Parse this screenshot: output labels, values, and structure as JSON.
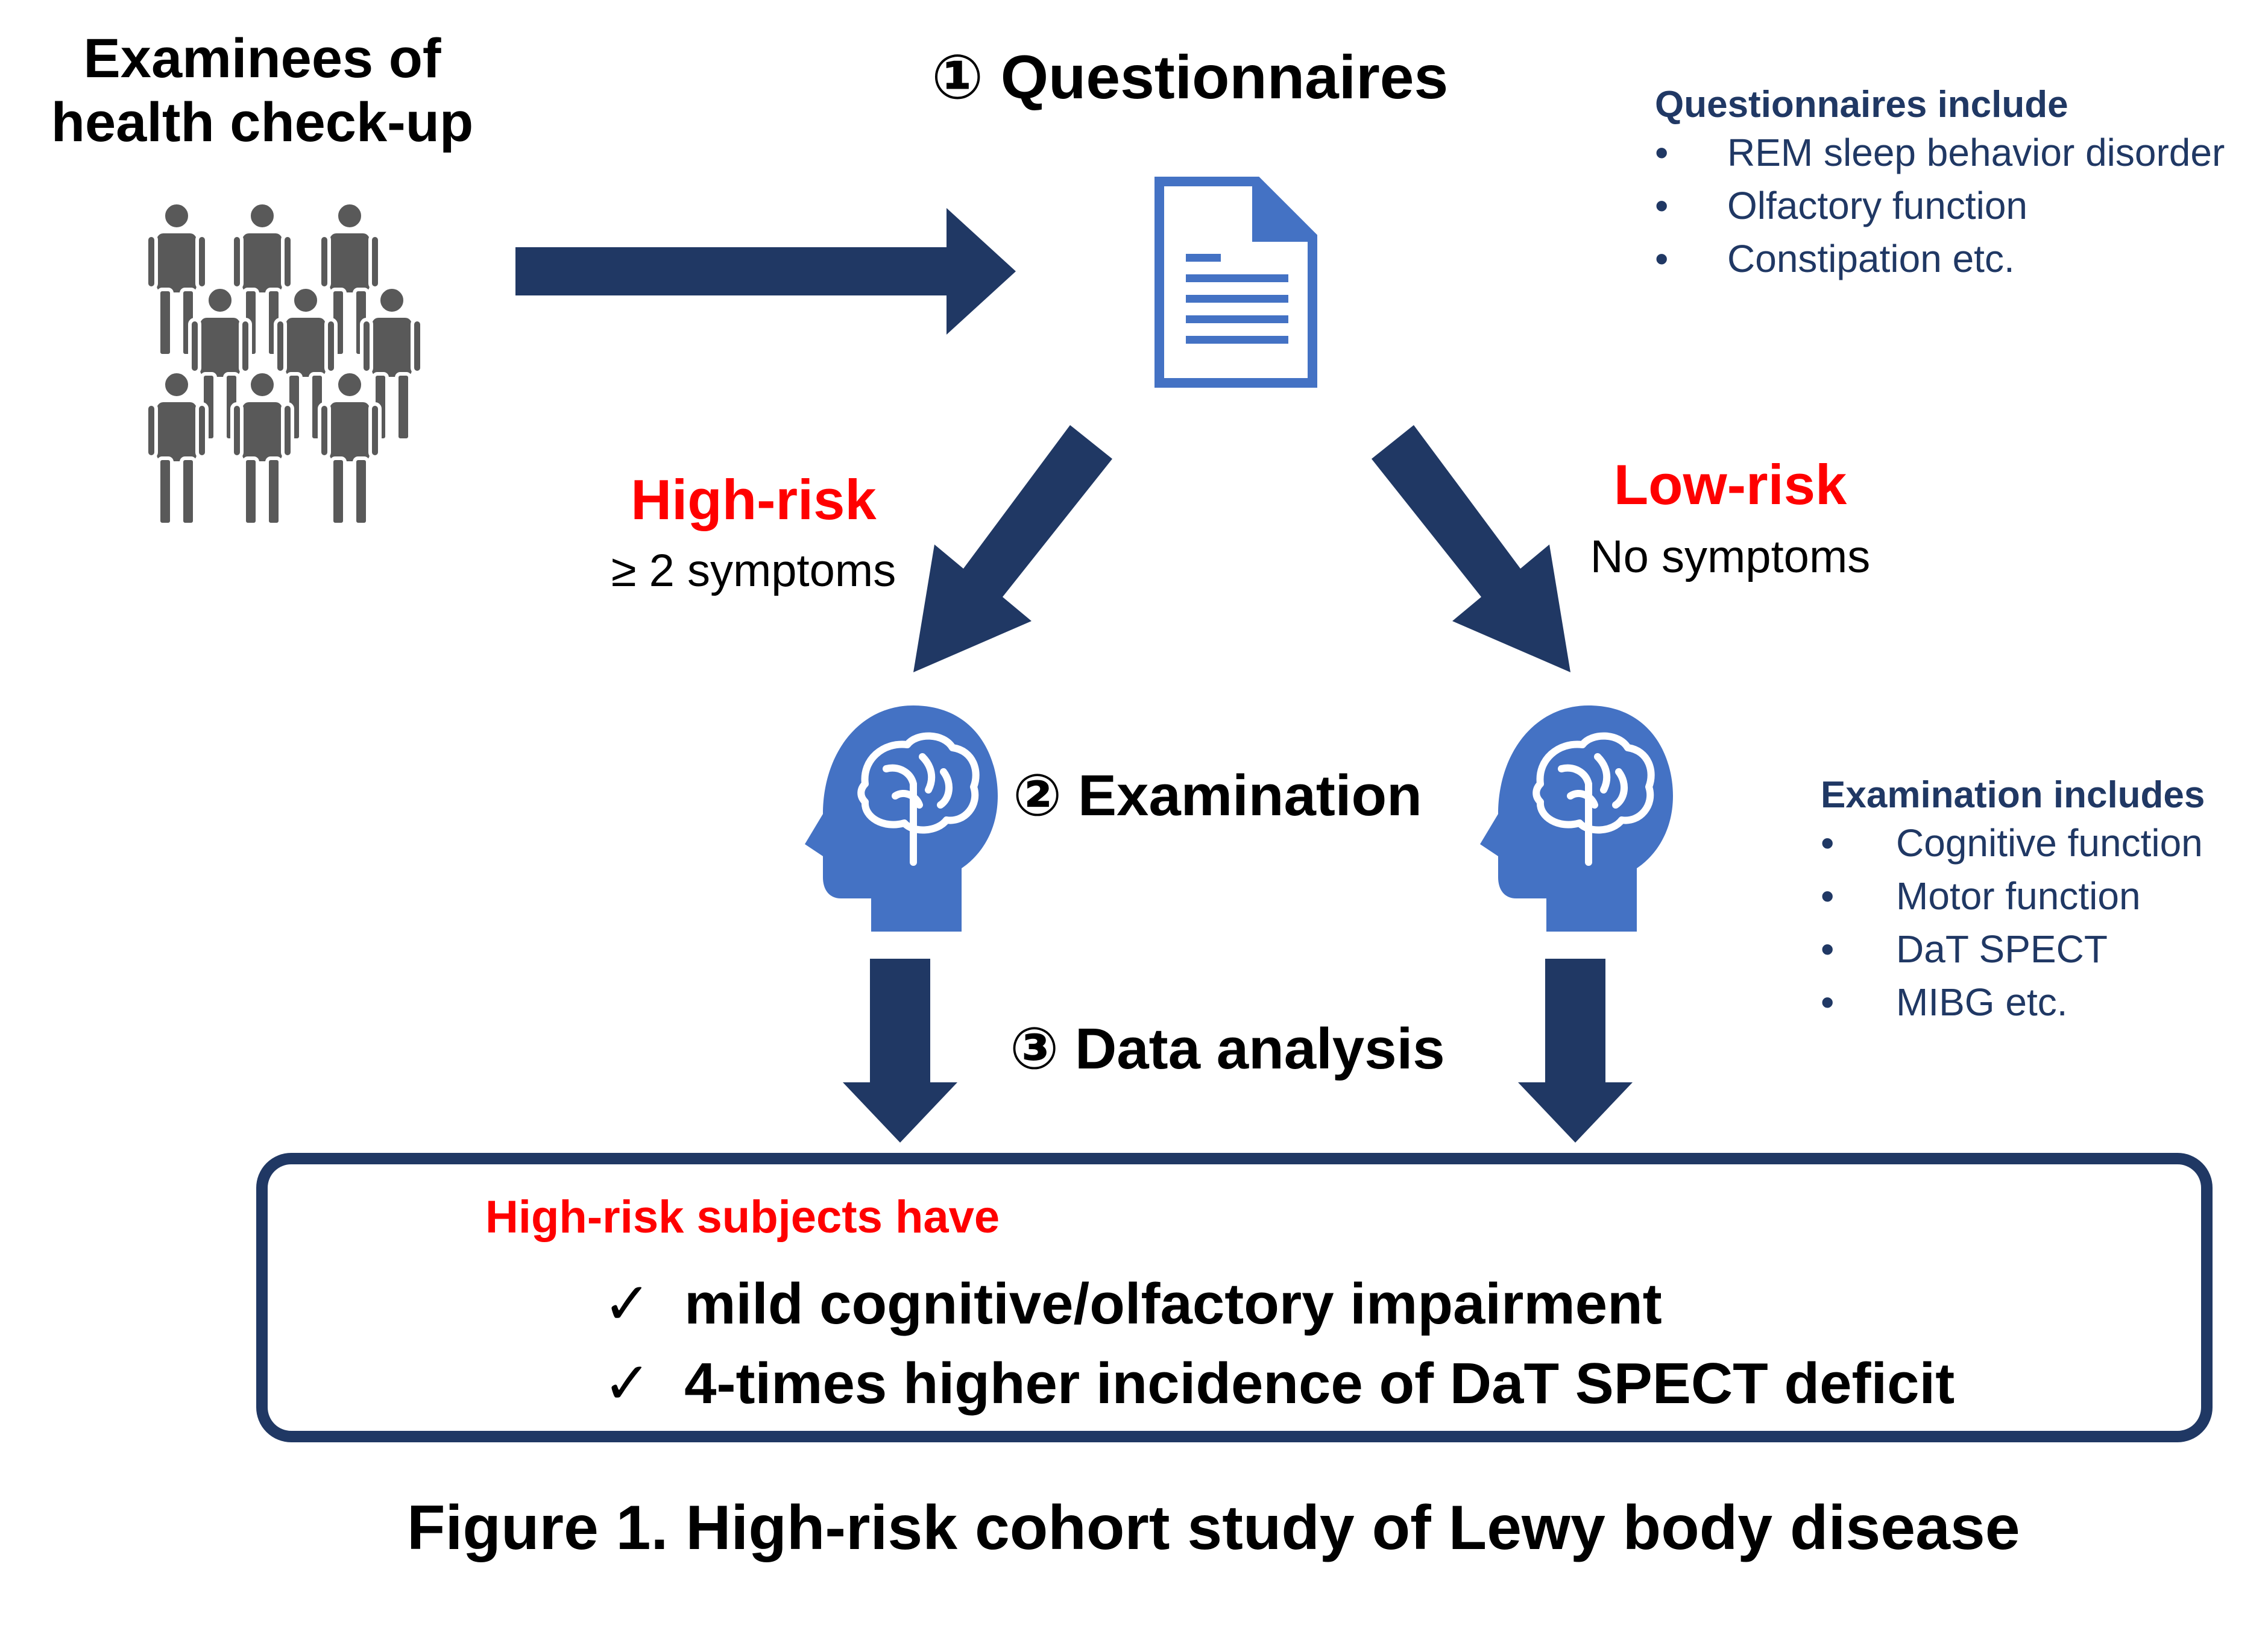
{
  "examinees": {
    "title_line1": "Examinees of",
    "title_line2": "health check-up"
  },
  "step1": {
    "label": "① Questionnaires"
  },
  "questionnaires_box": {
    "heading": "Questionnaires include",
    "items": [
      "REM sleep behavior disorder",
      "Olfactory function",
      "Constipation etc."
    ]
  },
  "high_risk": {
    "label": "High-risk",
    "criterion": "≥ 2 symptoms"
  },
  "low_risk": {
    "label": "Low-risk",
    "criterion": "No symptoms"
  },
  "step2": {
    "label": "② Examination"
  },
  "examination_box": {
    "heading": "Examination includes",
    "items": [
      "Cognitive function",
      "Motor function",
      "DaT SPECT",
      "MIBG etc."
    ]
  },
  "step3": {
    "label": "③ Data analysis"
  },
  "results": {
    "heading": "High-risk subjects have",
    "check": "✓",
    "items": [
      "mild cognitive/olfactory impairment",
      "4-times higher incidence of DaT SPECT deficit"
    ]
  },
  "caption": "Figure 1. High-risk cohort study of Lewy body disease",
  "colors": {
    "arrow": "#203864",
    "icon_blue": "#4472c4",
    "people": "#595959",
    "highlight": "#ff0000",
    "text_navy": "#203864"
  },
  "icons": {
    "people": "people-group-icon",
    "document": "document-icon",
    "brain": "head-brain-icon"
  }
}
